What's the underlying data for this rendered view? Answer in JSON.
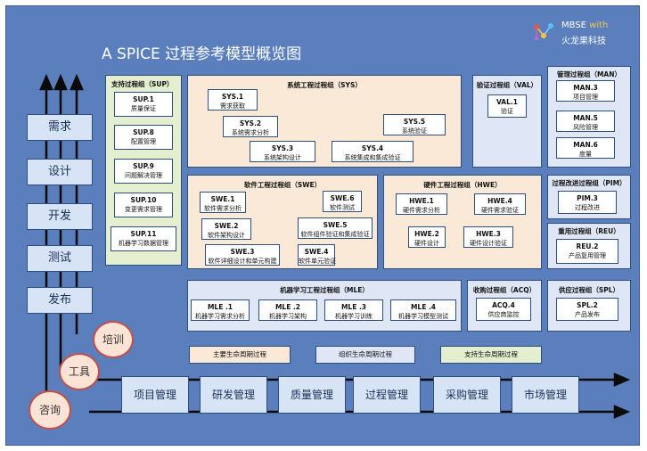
{
  "title": "A SPICE 过程参考模型概览图",
  "logo": {
    "line1_a": "MBSE",
    "line1_b": "with",
    "line2": "火龙果科技"
  },
  "lifecycle": [
    "需求",
    "设计",
    "开发",
    "测试",
    "发布"
  ],
  "circles": [
    "培训",
    "工具",
    "咨询"
  ],
  "management_bar": [
    "项目管理",
    "研发管理",
    "质量管理",
    "过程管理",
    "采购管理",
    "市场管理"
  ],
  "legend": {
    "primary": "主要生命周期过程",
    "organizational": "组织生命周期过程",
    "supporting": "支持生命周期过程"
  },
  "sup": {
    "title": "支持过程组（SUP）",
    "items": [
      {
        "code": "SUP.1",
        "name": "质量保证"
      },
      {
        "code": "SUP.8",
        "name": "配置管理"
      },
      {
        "code": "SUP.9",
        "name": "问题解决管理"
      },
      {
        "code": "SUP.10",
        "name": "变更需求管理"
      },
      {
        "code": "SUP.11",
        "name": "机器学习数据管理"
      }
    ]
  },
  "sys": {
    "title": "系统工程过程组（SYS）",
    "items": [
      {
        "code": "SYS.1",
        "name": "需求获取"
      },
      {
        "code": "SYS.2",
        "name": "系统需求分析"
      },
      {
        "code": "SYS.3",
        "name": "系统架构设计"
      },
      {
        "code": "SYS.4",
        "name": "系统集成和集成验证"
      },
      {
        "code": "SYS.5",
        "name": "系统验证"
      }
    ]
  },
  "val": {
    "title": "验证过程组（VAL）",
    "items": [
      {
        "code": "VAL.1",
        "name": "验证"
      }
    ]
  },
  "man": {
    "title": "管理过程组（MAN）",
    "items": [
      {
        "code": "MAN.3",
        "name": "项目管理"
      },
      {
        "code": "MAN.5",
        "name": "风险管理"
      },
      {
        "code": "MAN.6",
        "name": "度量"
      }
    ]
  },
  "swe": {
    "title": "软件工程过程组（SWE）",
    "items": [
      {
        "code": "SWE.1",
        "name": "软件需求分析"
      },
      {
        "code": "SWE.2",
        "name": "软件架构设计"
      },
      {
        "code": "SWE.3",
        "name": "软件详细设计和单元构建"
      },
      {
        "code": "SWE.4",
        "name": "软件单元验证"
      },
      {
        "code": "SWE.5",
        "name": "软件组件验证和集成验证"
      },
      {
        "code": "SWE.6",
        "name": "软件测试"
      }
    ]
  },
  "hwe": {
    "title": "硬件工程过程组（HWE）",
    "items": [
      {
        "code": "HWE.1",
        "name": "硬件需求分析"
      },
      {
        "code": "HWE.2",
        "name": "硬件设计"
      },
      {
        "code": "HWE.3",
        "name": "硬件设计验证"
      },
      {
        "code": "HWE.4",
        "name": "硬件需求验证"
      }
    ]
  },
  "pim": {
    "title": "过程改进过程组（PIM）",
    "items": [
      {
        "code": "PIM.3",
        "name": "过程改进"
      }
    ]
  },
  "reu": {
    "title": "重用过程组（REU）",
    "items": [
      {
        "code": "REU.2",
        "name": "产品复用管理"
      }
    ]
  },
  "mle": {
    "title": "机器学习工程过程组（MLE）",
    "items": [
      {
        "code": "MLE .1",
        "name": "机器学习需求分析"
      },
      {
        "code": "MLE .2",
        "name": "机器学习架构"
      },
      {
        "code": "MLE .3",
        "name": "机器学习训练"
      },
      {
        "code": "MLE .4",
        "name": "机器学习模型测试"
      }
    ]
  },
  "acq": {
    "title": "收购过程组（ACQ）",
    "items": [
      {
        "code": "ACQ.4",
        "name": "供应商监控"
      }
    ]
  },
  "spl": {
    "title": "供应过程组（SPL）",
    "items": [
      {
        "code": "SPL.2",
        "name": "产品发布"
      }
    ]
  }
}
